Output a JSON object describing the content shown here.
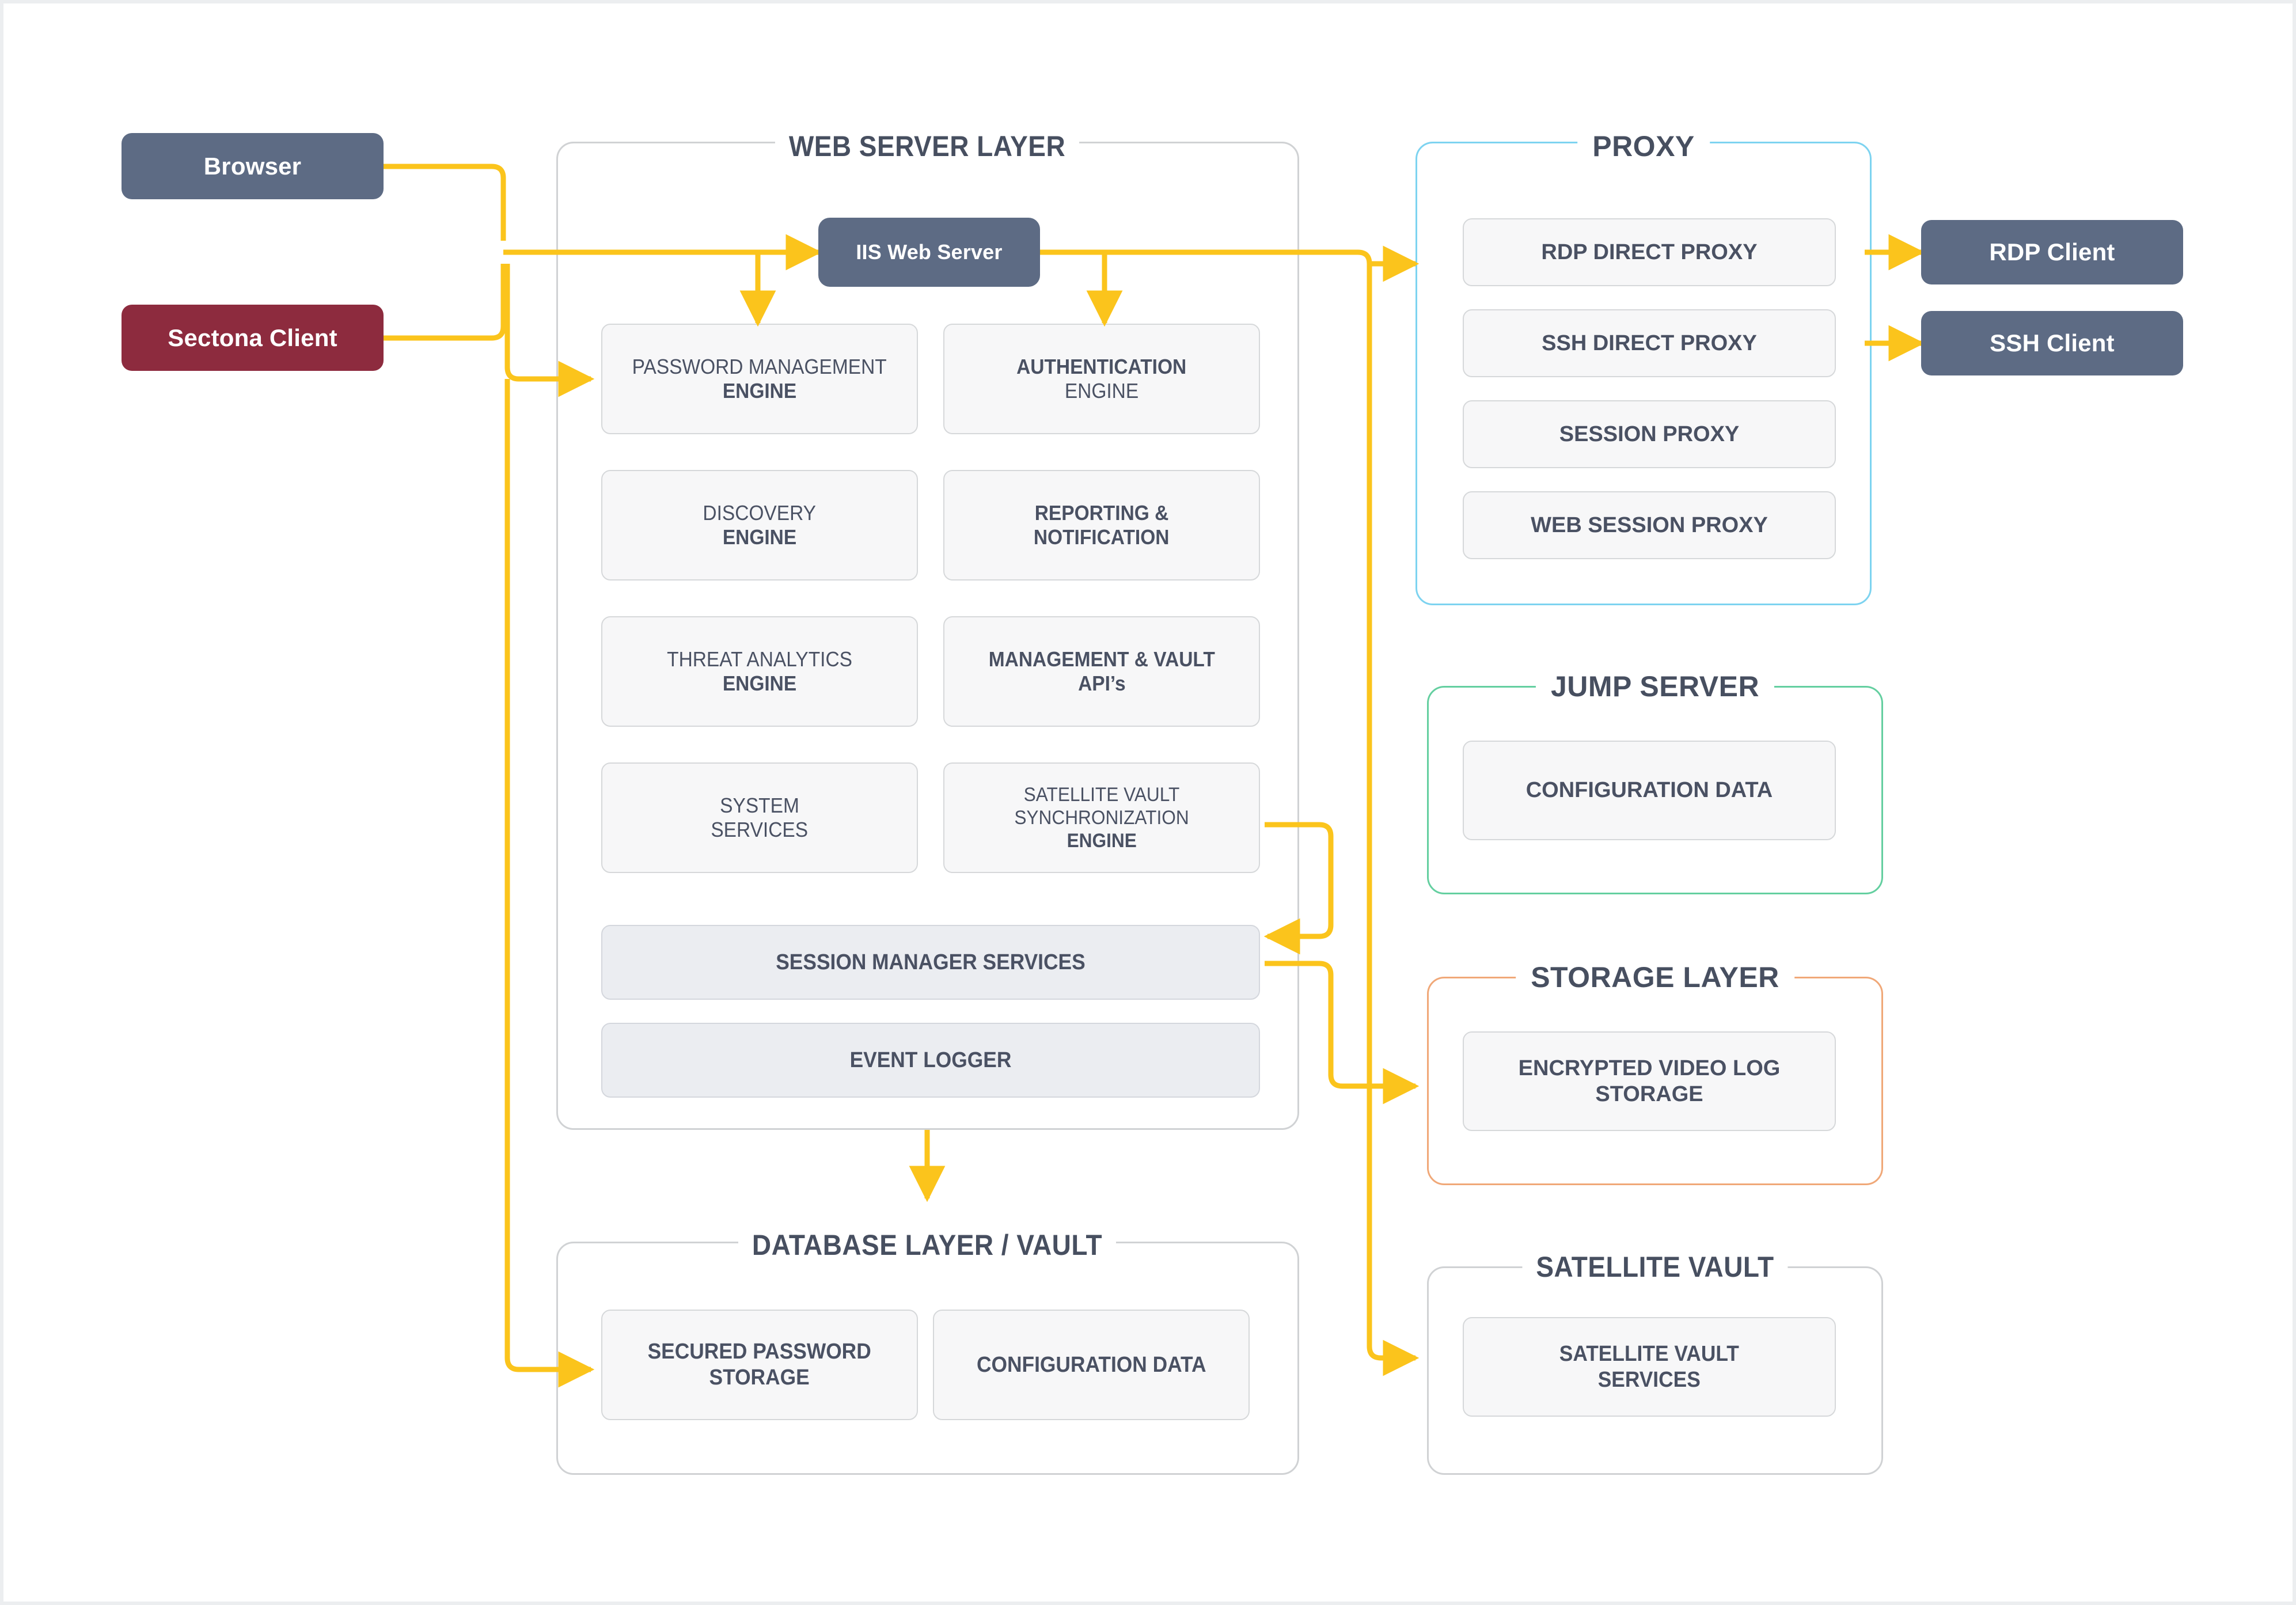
{
  "clients": {
    "browser": "Browser",
    "sectona": "Sectona Client",
    "rdp_client": "RDP Client",
    "ssh_client": "SSH Client"
  },
  "web_server_layer": {
    "title": "WEB SERVER LAYER",
    "iis": "IIS Web Server",
    "engines": [
      {
        "line1": "PASSWORD MANAGEMENT",
        "line2": "ENGINE",
        "bold1": false,
        "bold2": true
      },
      {
        "line1": "AUTHENTICATION",
        "line2": "ENGINE",
        "bold1": true,
        "bold2": false
      },
      {
        "line1": "DISCOVERY",
        "line2": "ENGINE",
        "bold1": false,
        "bold2": true
      },
      {
        "line1": "REPORTING &",
        "line2": "NOTIFICATION",
        "bold1": true,
        "bold2": true
      },
      {
        "line1": "THREAT ANALYTICS",
        "line2": "ENGINE",
        "bold1": false,
        "bold2": true
      },
      {
        "line1": "MANAGEMENT & VAULT",
        "line2": "API’s",
        "bold1": true,
        "bold2": true
      },
      {
        "line1": "SYSTEM",
        "line2": "SERVICES",
        "bold1": false,
        "bold2": false
      },
      {
        "line1": "SATELLITE VAULT SYNCHRONIZATION",
        "line2": "ENGINE",
        "bold1": false,
        "bold2": true
      }
    ],
    "session_manager": "SESSION MANAGER SERVICES",
    "event_logger": "EVENT LOGGER"
  },
  "proxy": {
    "title": "PROXY",
    "items": [
      "RDP DIRECT PROXY",
      "SSH DIRECT PROXY",
      "SESSION PROXY",
      "WEB SESSION PROXY"
    ]
  },
  "jump_server": {
    "title": "JUMP SERVER",
    "item": "CONFIGURATION DATA"
  },
  "storage_layer": {
    "title": "STORAGE LAYER",
    "item_line1": "ENCRYPTED VIDEO LOG",
    "item_line2": "STORAGE"
  },
  "satellite_vault": {
    "title": "SATELLITE VAULT",
    "item_line1": "SATELLITE VAULT",
    "item_line2": "SERVICES"
  },
  "database_layer": {
    "title": "DATABASE LAYER / VAULT",
    "secured_line1": "SECURED PASSWORD",
    "secured_line2": "STORAGE",
    "config": "CONFIGURATION DATA"
  },
  "colors": {
    "connector": "#fbc41c",
    "slate": "#5d6b84",
    "maroon": "#8d2b3e",
    "panel_gray": "#d0d2d4",
    "panel_blue": "#7dd3f0",
    "panel_green": "#64cfa0",
    "panel_orange": "#f0a878",
    "card_fill": "#f7f7f8",
    "card_shaded": "#ebedf1",
    "text": "#4a5163"
  }
}
